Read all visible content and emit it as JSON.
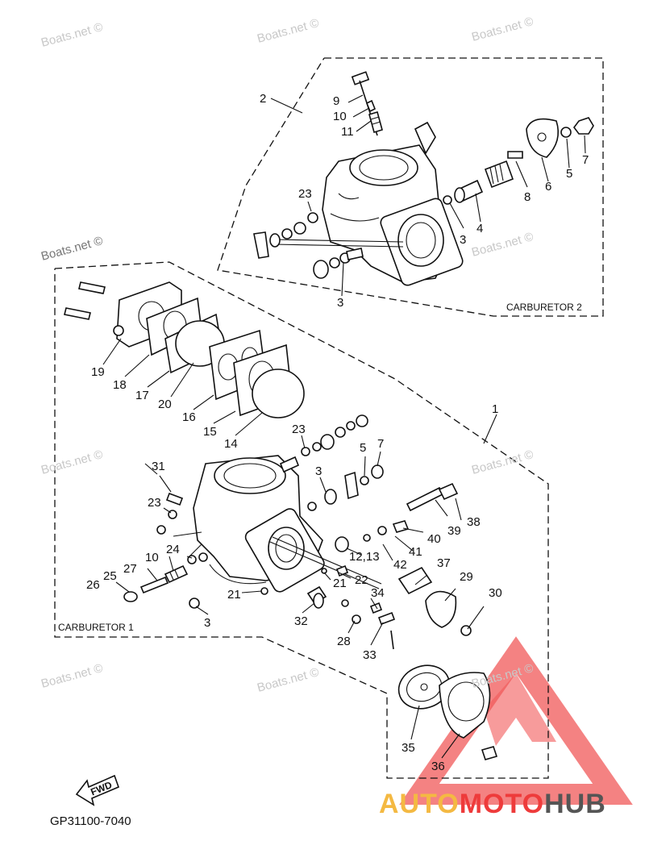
{
  "watermark": "Boats.net ©",
  "frames": {
    "carburetor_2": "CARBURETOR 2",
    "carburetor_1": "CARBURETOR 1"
  },
  "callouts": {
    "c1": "1",
    "c2": "2",
    "c3a": "3",
    "c3b": "3",
    "c3c": "3",
    "c3d": "3",
    "c4": "4",
    "c5a": "5",
    "c5b": "5",
    "c6": "6",
    "c7a": "7",
    "c7b": "7",
    "c8": "8",
    "c9": "9",
    "c10a": "10",
    "c10b": "10",
    "c11": "11",
    "c12_13": "12,13",
    "c14": "14",
    "c15": "15",
    "c16": "16",
    "c17": "17",
    "c18": "18",
    "c19": "19",
    "c20": "20",
    "c21a": "21",
    "c21b": "21",
    "c22": "22",
    "c23a": "23",
    "c23b": "23",
    "c23c": "23",
    "c24": "24",
    "c25": "25",
    "c26": "26",
    "c27": "27",
    "c28": "28",
    "c29": "29",
    "c30": "30",
    "c31": "31",
    "c32": "32",
    "c33": "33",
    "c34": "34",
    "c35": "35",
    "c36": "36",
    "c37": "37",
    "c38": "38",
    "c39": "39",
    "c40": "40",
    "c41": "41",
    "c42": "42"
  },
  "fwd_label": "FWD",
  "part_code": "GP31100-7040",
  "logo": {
    "part1": "AUTO",
    "part2": "MOTO",
    "part3": "HUB"
  },
  "colors": {
    "logo_yellow": "#f4b942",
    "logo_red": "#ee3b3b",
    "logo_gray": "#555555"
  }
}
